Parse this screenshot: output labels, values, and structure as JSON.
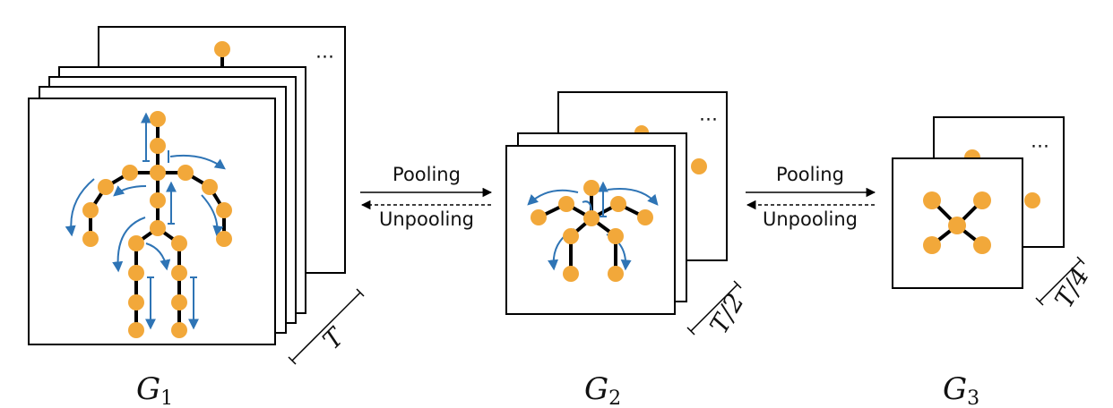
{
  "colors": {
    "joint": "#f2a83a",
    "arrow": "#2e74b5",
    "frame": "#000000"
  },
  "stages": [
    {
      "id": "G1",
      "label_main": "G",
      "label_sub": "1",
      "time_label": "T"
    },
    {
      "id": "G2",
      "label_main": "G",
      "label_sub": "2",
      "time_label": "T/2"
    },
    {
      "id": "G3",
      "label_main": "G",
      "label_sub": "3",
      "time_label": "T/4"
    }
  ],
  "ellipsis": "⋯",
  "transitions": [
    {
      "forward": "Pooling",
      "backward": "Unpooling"
    },
    {
      "forward": "Pooling",
      "backward": "Unpooling"
    }
  ]
}
